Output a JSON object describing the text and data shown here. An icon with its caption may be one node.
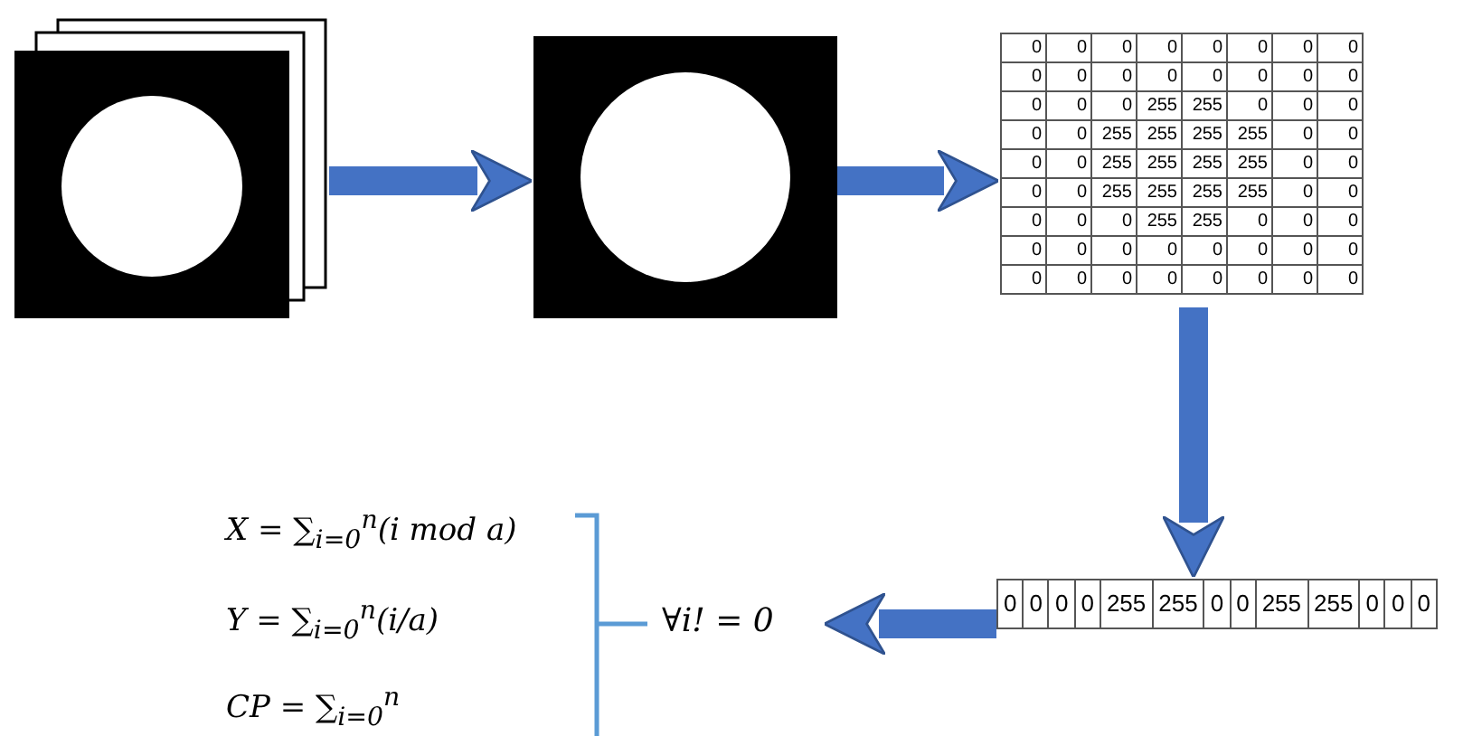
{
  "diagram": {
    "nodes": [
      {
        "text": [],
        "shape": "picture"
      },
      {
        "text": [],
        "shape": "picture"
      },
      {
        "text": [
          "0",
          "0",
          "0",
          "0",
          "0",
          "0",
          "0",
          "0",
          "0",
          "0",
          "0",
          "0",
          "0",
          "0",
          "0",
          "0",
          "0",
          "0",
          "0",
          "255",
          "255",
          "0",
          "0",
          "0",
          "0",
          "0",
          "255",
          "255",
          "255",
          "255",
          "0",
          "0",
          "0",
          "0",
          "255",
          "255",
          "255",
          "255",
          "0",
          "0",
          "0",
          "0",
          "255",
          "255",
          "255",
          "255",
          "0",
          "0",
          "0",
          "0",
          "0",
          "255",
          "255",
          "0",
          "0",
          "0",
          "0",
          "0",
          "0",
          "0",
          "0",
          "0",
          "0",
          "0",
          "0",
          "0",
          "0",
          "0",
          "0",
          "0",
          "0",
          "0"
        ]
      },
      {
        "text": [
          "0",
          "0",
          "0",
          "0",
          "255",
          "255",
          "0",
          "0",
          "255",
          "255",
          "0",
          "0",
          "0"
        ]
      },
      {
        "text": [
          "∀i! = 0"
        ]
      }
    ],
    "edges": [
      {
        "from": 0,
        "to": 1,
        "arrow": "to"
      },
      {
        "from": 1,
        "to": 2,
        "arrow": "to"
      },
      {
        "from": 2,
        "to": 3,
        "arrow": "to"
      },
      {
        "from": 3,
        "to": 4,
        "arrow": "to"
      }
    ],
    "labels": [
      "X = ∑$_{i=0}$$^{n}$(i mod a)",
      "Y = ∑$_{i=0}$$^{n}$(i/a)",
      "CP = ∑$_{i=0}$$^{n}$"
    ]
  }
}
